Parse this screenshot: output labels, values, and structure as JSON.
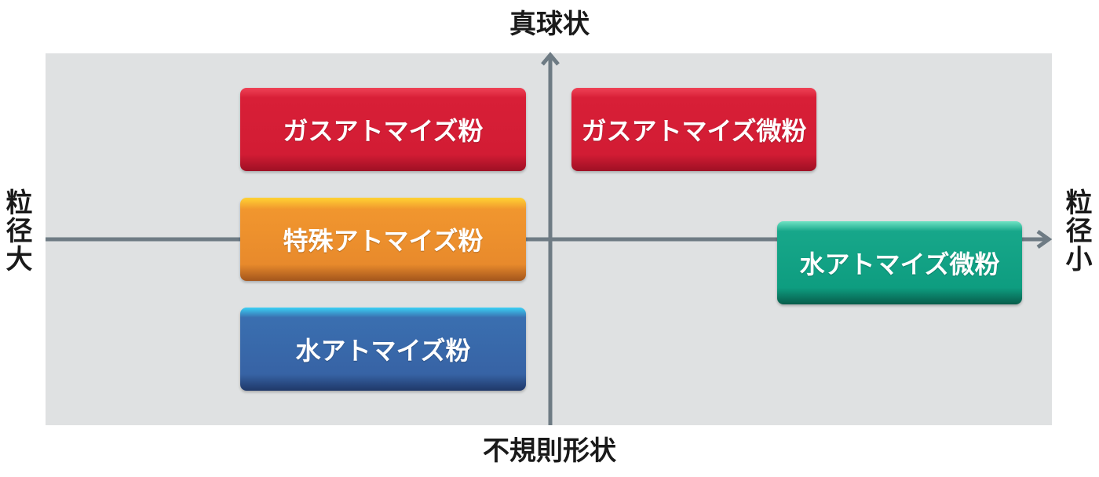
{
  "axes": {
    "top": "真球状",
    "bottom": "不規則形状",
    "left": "粒径大",
    "right": "粒径小"
  },
  "boxes": {
    "gas_atomized": "ガスアトマイズ粉",
    "gas_atomized_fine": "ガスアトマイズ微粉",
    "special_atomized": "特殊アトマイズ粉",
    "water_atomized_fine": "水アトマイズ微粉",
    "water_atomized": "水アトマイズ粉"
  },
  "colors": {
    "panel": "#dfe1e2",
    "axis_line": "#6e7b84",
    "gas": "#d21c34",
    "special": "#e88a2c",
    "water": "#3763a5",
    "water_fine": "#0e9d80"
  }
}
